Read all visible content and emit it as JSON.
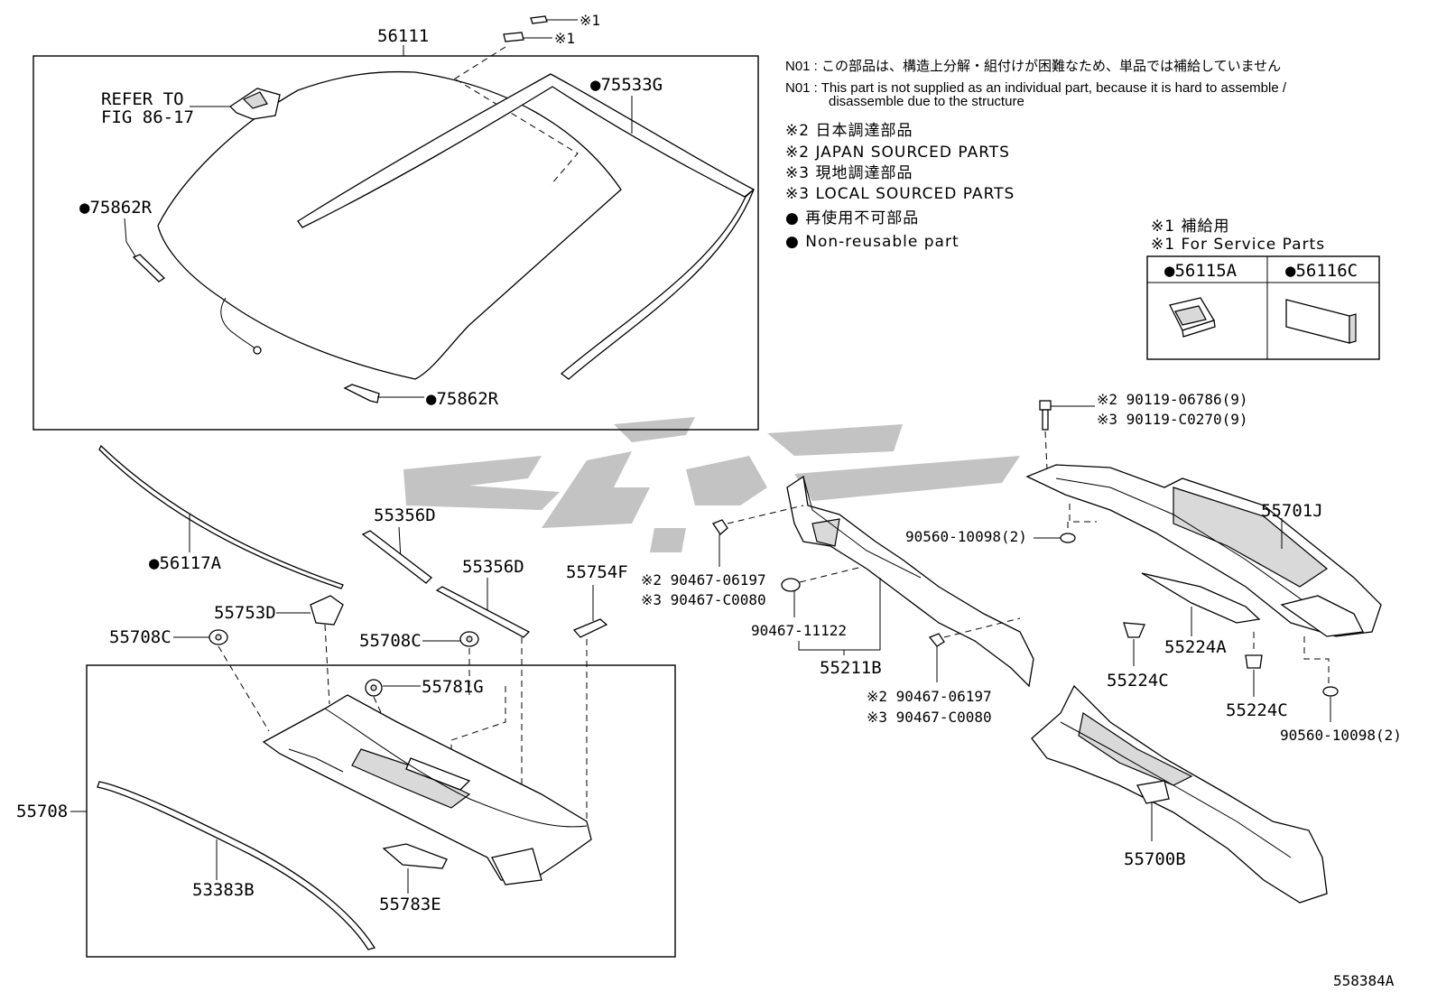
{
  "notes": {
    "n01_jp": "N01 : この部品は、構造上分解・組付けが困難なため、単品では補給していません",
    "n01_en_1": "N01 :  This part is not supplied as an individual part, because it is hard to assemble /",
    "n01_en_2": "disassemble due to the structure",
    "s2_jp": "※2 日本調達部品",
    "s2_en": "※2 JAPAN SOURCED PARTS",
    "s3_jp": "※3 現地調達部品",
    "s3_en": "※3 LOCAL SOURCED PARTS",
    "nr_jp": "● 再使用不可部品",
    "nr_en": "● Non-reusable part",
    "s1_jp": "※1 補給用",
    "s1_en": "※1 For Service Parts"
  },
  "service_table": {
    "col1": "●56115A",
    "col2": "●56116C"
  },
  "labels": {
    "p56111": "56111",
    "mark1a": "※1",
    "mark1b": "※1",
    "refer1": "REFER TO",
    "refer2": "FIG 86-17",
    "p75533G": "●75533G",
    "p75862R_a": "●75862R",
    "p75862R_b": "●75862R",
    "p56117A": "●56117A",
    "p55356D_a": "55356D",
    "p55356D_b": "55356D",
    "p55754F": "55754F",
    "p55753D": "55753D",
    "p55708C_a": "55708C",
    "p55708C_b": "55708C",
    "p55781G": "55781G",
    "p55708": "55708",
    "p53383B": "53383B",
    "p55783E": "55783E",
    "b2_a": "※2 90119-06786(9)",
    "b3_a": "※3 90119-C0270(9)",
    "p55701J": "55701J",
    "p90560_a": "90560-10098(2)",
    "p90560_b": "90560-10098(2)",
    "c2_a": "※2 90467-06197",
    "c3_a": "※3 90467-C0080",
    "p90467_11122": "90467-11122",
    "p55211B": "55211B",
    "c2_b": "※2 90467-06197",
    "c3_b": "※3 90467-C0080",
    "p55224A": "55224A",
    "p55224C_a": "55224C",
    "p55224C_b": "55224C",
    "p55700B": "55700B",
    "fig_id": "558384A"
  }
}
